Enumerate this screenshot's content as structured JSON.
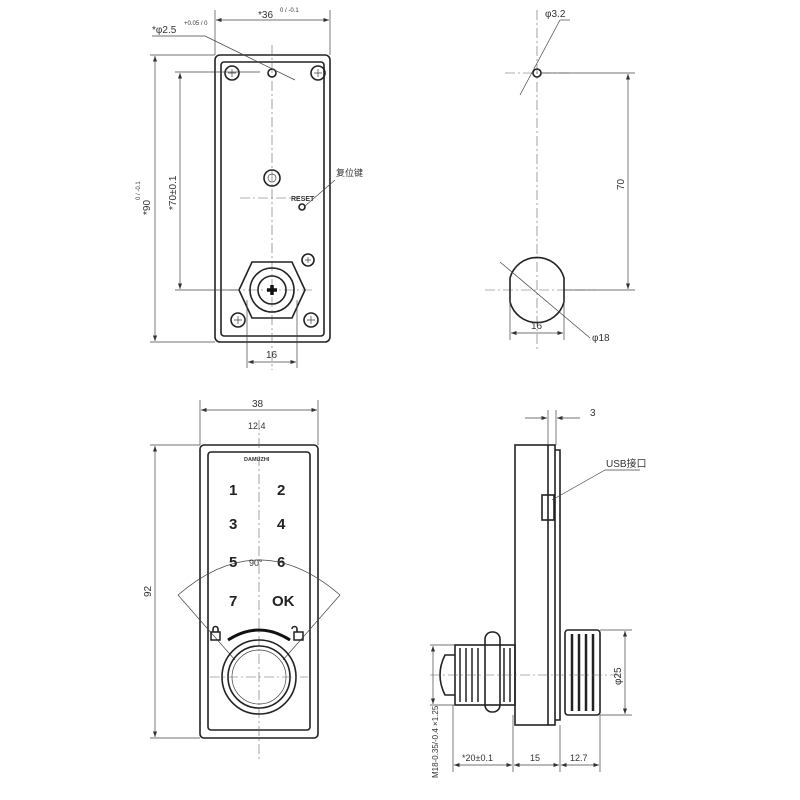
{
  "front_view": {
    "width_dim": "*36",
    "width_tol": "0 / -0.1",
    "hole_dim": "*φ2.5",
    "hole_tol": "+0.05 / 0",
    "height_dim": "*90",
    "height_tol": "0 / -0.1",
    "pitch_dim": "*70±0.1",
    "reset_label": "RESET",
    "reset_note": "复位键",
    "bottom_dim": "16"
  },
  "side_view_top": {
    "hole_dim": "φ3.2",
    "pitch_dim": "70",
    "flat_dim": "16",
    "dia_dim": "φ18"
  },
  "keypad_view": {
    "width_dim": "38",
    "center_dim": "12.4",
    "height_dim": "92",
    "brand": "DAMUZHI",
    "keys": [
      "1",
      "2",
      "3",
      "4",
      "5",
      "6",
      "7",
      "OK"
    ],
    "angle": "90°"
  },
  "side_view_bottom": {
    "plate_dim": "3",
    "usb_label": "USB接口",
    "knob_dim": "φ25",
    "thread_dim": "M18-0.35/-0.4 ×1.25",
    "dims": [
      "*20±0.1",
      "15",
      "12.7"
    ]
  }
}
